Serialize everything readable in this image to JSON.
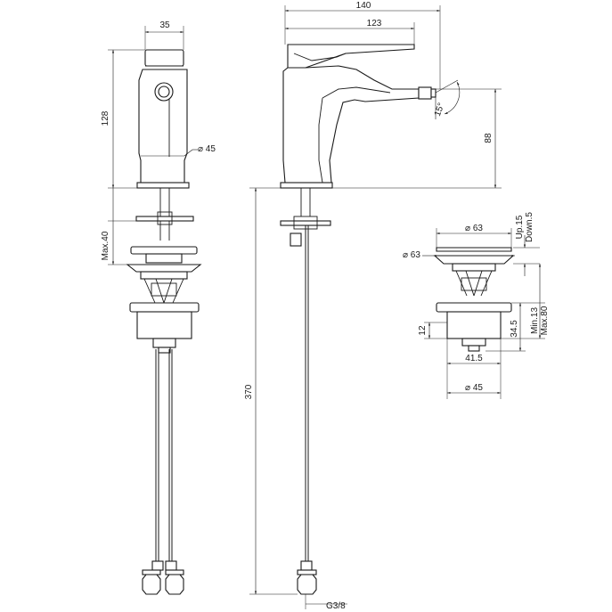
{
  "dimensions": {
    "front_body_width": "35",
    "front_height": "128",
    "front_base_diameter": "⌀ 45",
    "front_max_40": "Max.40",
    "side_total_width": "140",
    "side_spout_reach": "123",
    "side_height": "88",
    "side_angle": "15°",
    "side_hose_length": "370",
    "side_connection": "G3/8",
    "waste_top_diameter": "⌀ 63",
    "waste_cap_diameter": "⌀ 63",
    "waste_up": "Up.15",
    "waste_down": "Down.5",
    "waste_min": "Min.13",
    "waste_max": "Max.80",
    "waste_12": "12",
    "waste_34_5": "34.5",
    "waste_41_5": "41.5",
    "waste_bottom_diameter": "⌀ 45"
  },
  "colors": {
    "line": "#1a1a1a",
    "background": "#ffffff"
  }
}
